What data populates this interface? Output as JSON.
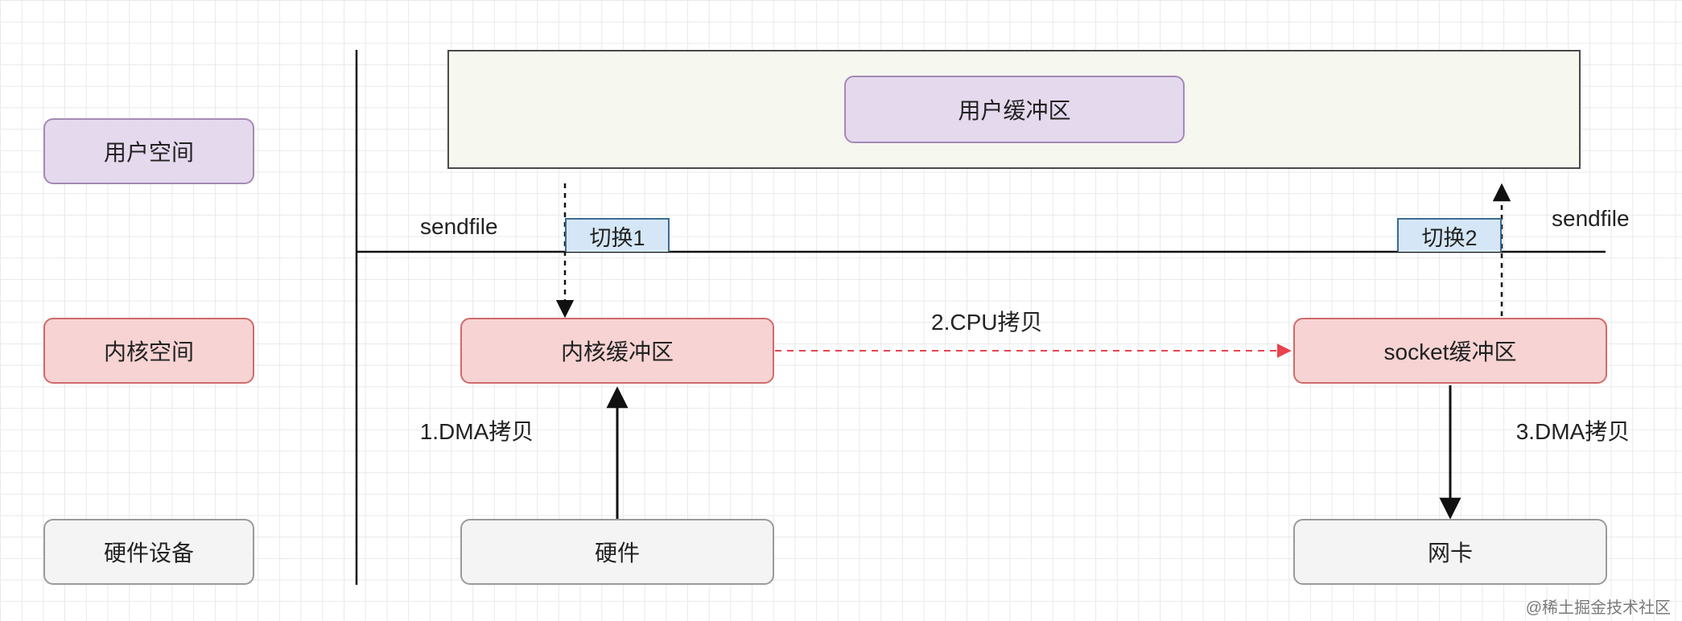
{
  "layers": {
    "user_space": "用户空间",
    "kernel_space": "内核空间",
    "hardware_device": "硬件设备"
  },
  "nodes": {
    "user_buffer": "用户缓冲区",
    "kernel_buffer": "内核缓冲区",
    "socket_buffer": "socket缓冲区",
    "hardware": "硬件",
    "nic": "网卡"
  },
  "switches": {
    "switch1": "切换1",
    "switch2": "切换2"
  },
  "syscalls": {
    "left": "sendfile",
    "right": "sendfile"
  },
  "edges": {
    "dma_copy_1": "1.DMA拷贝",
    "cpu_copy_2": "2.CPU拷贝",
    "dma_copy_3": "3.DMA拷贝"
  },
  "colors": {
    "user": "#e5d9ee",
    "kernel": "#f7d3d3",
    "hardware": "#f4f4f4",
    "cpu_copy_arrow": "#e8434e"
  },
  "watermark": "@稀土掘金技术社区"
}
